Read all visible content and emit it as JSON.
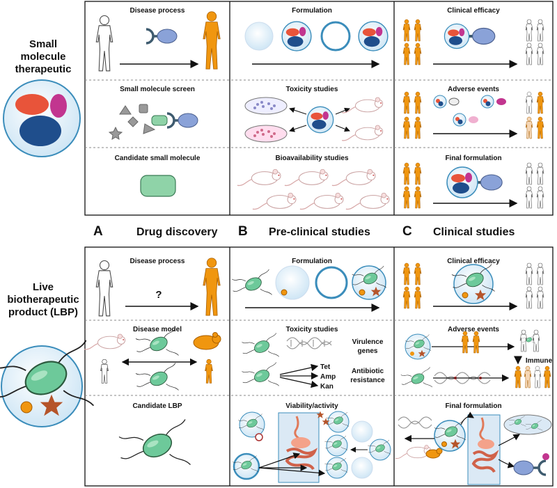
{
  "left_labels": {
    "small_molecule": [
      "Small",
      "molecule",
      "therapeutic"
    ],
    "lbp": [
      "Live",
      "biotherapeutic",
      "product (LBP)"
    ]
  },
  "phases": [
    {
      "letter": "A",
      "title": "Drug discovery"
    },
    {
      "letter": "B",
      "title": "Pre-clinical studies"
    },
    {
      "letter": "C",
      "title": "Clinical studies"
    }
  ],
  "top_panels": {
    "disease_process": "Disease process",
    "small_molecule_screen": "Small molecule screen",
    "candidate_small_molecule": "Candidate small molecule",
    "formulation": "Formulation",
    "toxicity_studies": "Toxicity studies",
    "bioavailability_studies": "Bioavailability studies",
    "clinical_efficacy": "Clinical efficacy",
    "adverse_events": "Adverse events",
    "final_formulation": "Final formulation"
  },
  "bottom_panels": {
    "disease_process": "Disease process",
    "question_mark": "?",
    "disease_model": "Disease model",
    "candidate_lbp": "Candidate LBP",
    "formulation": "Formulation",
    "toxicity_studies": "Toxicity studies",
    "virulence_genes": [
      "Virulence",
      "genes"
    ],
    "antibiotics": [
      "Tet",
      "Amp",
      "Kan"
    ],
    "antibiotic_resistance": [
      "Antibiotic",
      "resistance"
    ],
    "viability_activity": "Viability/activity",
    "clinical_efficacy": "Clinical efficacy",
    "adverse_events": "Adverse events",
    "immune": "Immune",
    "final_formulation": "Final formulation"
  },
  "colors": {
    "orange": "#f0960f",
    "blue": "#1f4e8c",
    "red": "#e8543a",
    "magenta": "#c2358f",
    "bacteria": "#6dc99a",
    "pill": "#8fd3a8",
    "capsule_ring": "#3b8dbb",
    "receptor": "#8aa2d8",
    "star": "#b5542a"
  }
}
